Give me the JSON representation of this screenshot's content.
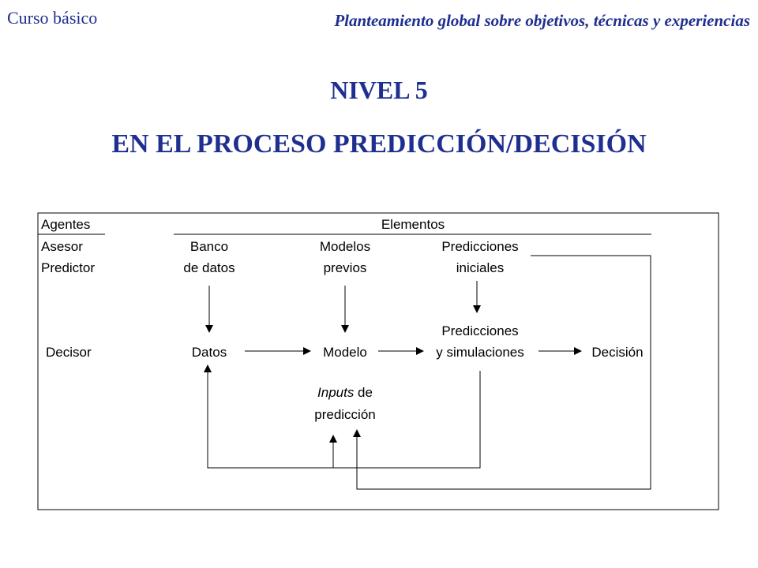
{
  "header": {
    "course": "Curso básico",
    "subtitle": "Planteamiento global sobre objetivos, técnicas y experiencias"
  },
  "title": {
    "line1": "NIVEL 5",
    "line2": "EN EL PROCESO PREDICCIÓN/DECISIÓN"
  },
  "diagram": {
    "col_agents": "Agentes",
    "col_elements": "Elementos",
    "agents": {
      "asesor": "Asesor",
      "predictor": "Predictor",
      "decisor": "Decisor"
    },
    "sources": {
      "banco_1": "Banco",
      "banco_2": "de datos",
      "modelos_1": "Modelos",
      "modelos_2": "previos",
      "pred_ini_1": "Predicciones",
      "pred_ini_2": "iniciales"
    },
    "flow": {
      "datos": "Datos",
      "modelo": "Modelo",
      "pred_sim_1": "Predicciones",
      "pred_sim_2": "y simulaciones",
      "decision": "Decisión"
    },
    "inputs": {
      "word_italic": "Inputs",
      "word_de": " de",
      "line2": "predicción"
    }
  },
  "colors": {
    "header_text": "#1f2f8f",
    "diagram_ink": "#000000"
  }
}
